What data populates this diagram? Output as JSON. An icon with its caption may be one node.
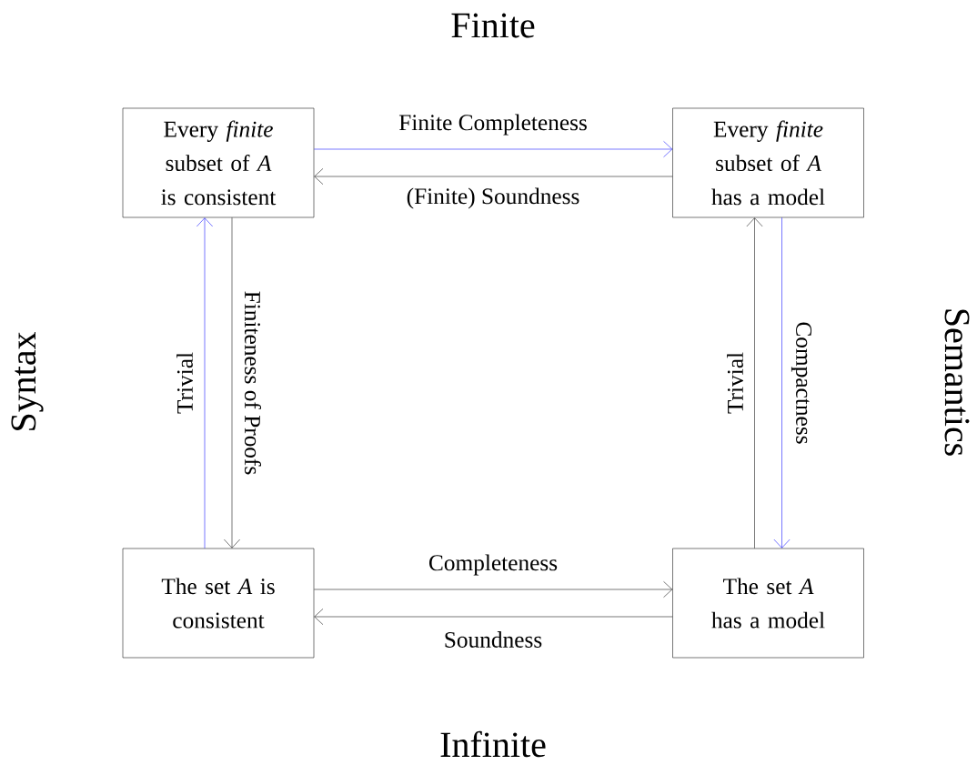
{
  "diagram": {
    "nodes": [
      {
        "text": [
          "Every *finite* subset of *A* is consistent"
        ]
      },
      {
        "text": [
          "Every *finite* subset of *A* has a model"
        ]
      },
      {
        "text": [
          "The set *A* is consistent"
        ]
      },
      {
        "text": [
          "The set *A* has a model"
        ]
      }
    ],
    "edges": [
      {
        "from": 0,
        "to": 1,
        "arrow": "to",
        "label": "Finite Completeness",
        "color": "#0000ff"
      },
      {
        "from": 1,
        "to": 0,
        "arrow": "to",
        "label": "(Finite) Soundness"
      },
      {
        "from": 2,
        "to": 0,
        "arrow": "to",
        "label": "Trivial",
        "color": "#0000ff"
      },
      {
        "from": 0,
        "to": 2,
        "arrow": "to",
        "label": "Finiteness of Proofs"
      },
      {
        "from": 3,
        "to": 1,
        "arrow": "to",
        "label": "Trivial"
      },
      {
        "from": 1,
        "to": 3,
        "arrow": "to",
        "label": "Compactness",
        "color": "#0000ff"
      },
      {
        "from": 2,
        "to": 3,
        "arrow": "to",
        "label": "Completeness"
      },
      {
        "from": 3,
        "to": 2,
        "arrow": "to",
        "label": "Soundness"
      }
    ],
    "labels": [
      "Finite",
      "Syntax",
      "Semantics",
      "Infinite"
    ]
  }
}
